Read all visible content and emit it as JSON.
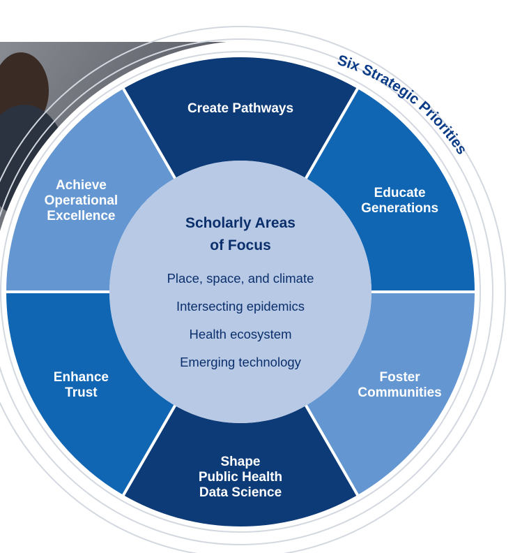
{
  "arc_title": "Six Strategic Priorities",
  "center": {
    "title_lines": [
      "Scholarly Areas",
      "of Focus"
    ],
    "items": [
      "Place, space, and climate",
      "Intersecting epidemics",
      "Health ecosystem",
      "Emerging technology"
    ]
  },
  "priorities": [
    {
      "name": "create-pathways",
      "lines": [
        "Create Pathways"
      ],
      "color": "#0d3b78"
    },
    {
      "name": "educate-generations",
      "lines": [
        "Educate",
        "Generations"
      ],
      "color": "#1166b4"
    },
    {
      "name": "foster-communities",
      "lines": [
        "Foster",
        "Communities"
      ],
      "color": "#6497d2"
    },
    {
      "name": "shape-public-health-data-science",
      "lines": [
        "Shape",
        "Public Health",
        "Data Science"
      ],
      "color": "#0d3b78"
    },
    {
      "name": "enhance-trust",
      "lines": [
        "Enhance",
        "Trust"
      ],
      "color": "#1166b4"
    },
    {
      "name": "achieve-operational-excellence",
      "lines": [
        "Achieve",
        "Operational",
        "Excellence"
      ],
      "color": "#6497d2"
    }
  ],
  "colors": {
    "center_fill": "#b8c9e6",
    "text_dark": "#0b2f6b",
    "ring_line": "#d3d8e0",
    "photo_tone": "#6b6f78"
  }
}
